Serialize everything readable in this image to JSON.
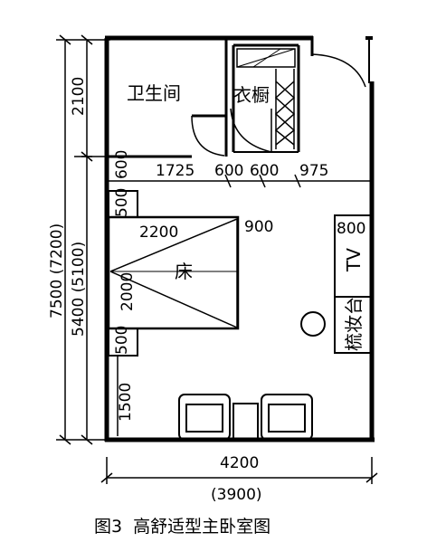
{
  "rooms": {
    "bathroom": "卫生间",
    "wardrobe": "衣橱",
    "bed": "床",
    "tv": "TV",
    "vanity": "梳妆台"
  },
  "dimensions": {
    "total_height": "7500 (7200)",
    "bedroom_height": "5400 (5100)",
    "bath_height": "2100",
    "row_600": "600",
    "row_1725": "1725",
    "row_600_a": "600",
    "row_600_b": "600",
    "row_975": "975",
    "bed_2200": "2200",
    "bed_900": "900",
    "bed_2000": "2000",
    "side_500_top": "500",
    "side_500_bottom": "500",
    "bottom_1500": "1500",
    "right_800": "800",
    "width_4200": "4200",
    "width_3900": "(3900)"
  },
  "caption": "图3  高舒适型主卧室图"
}
